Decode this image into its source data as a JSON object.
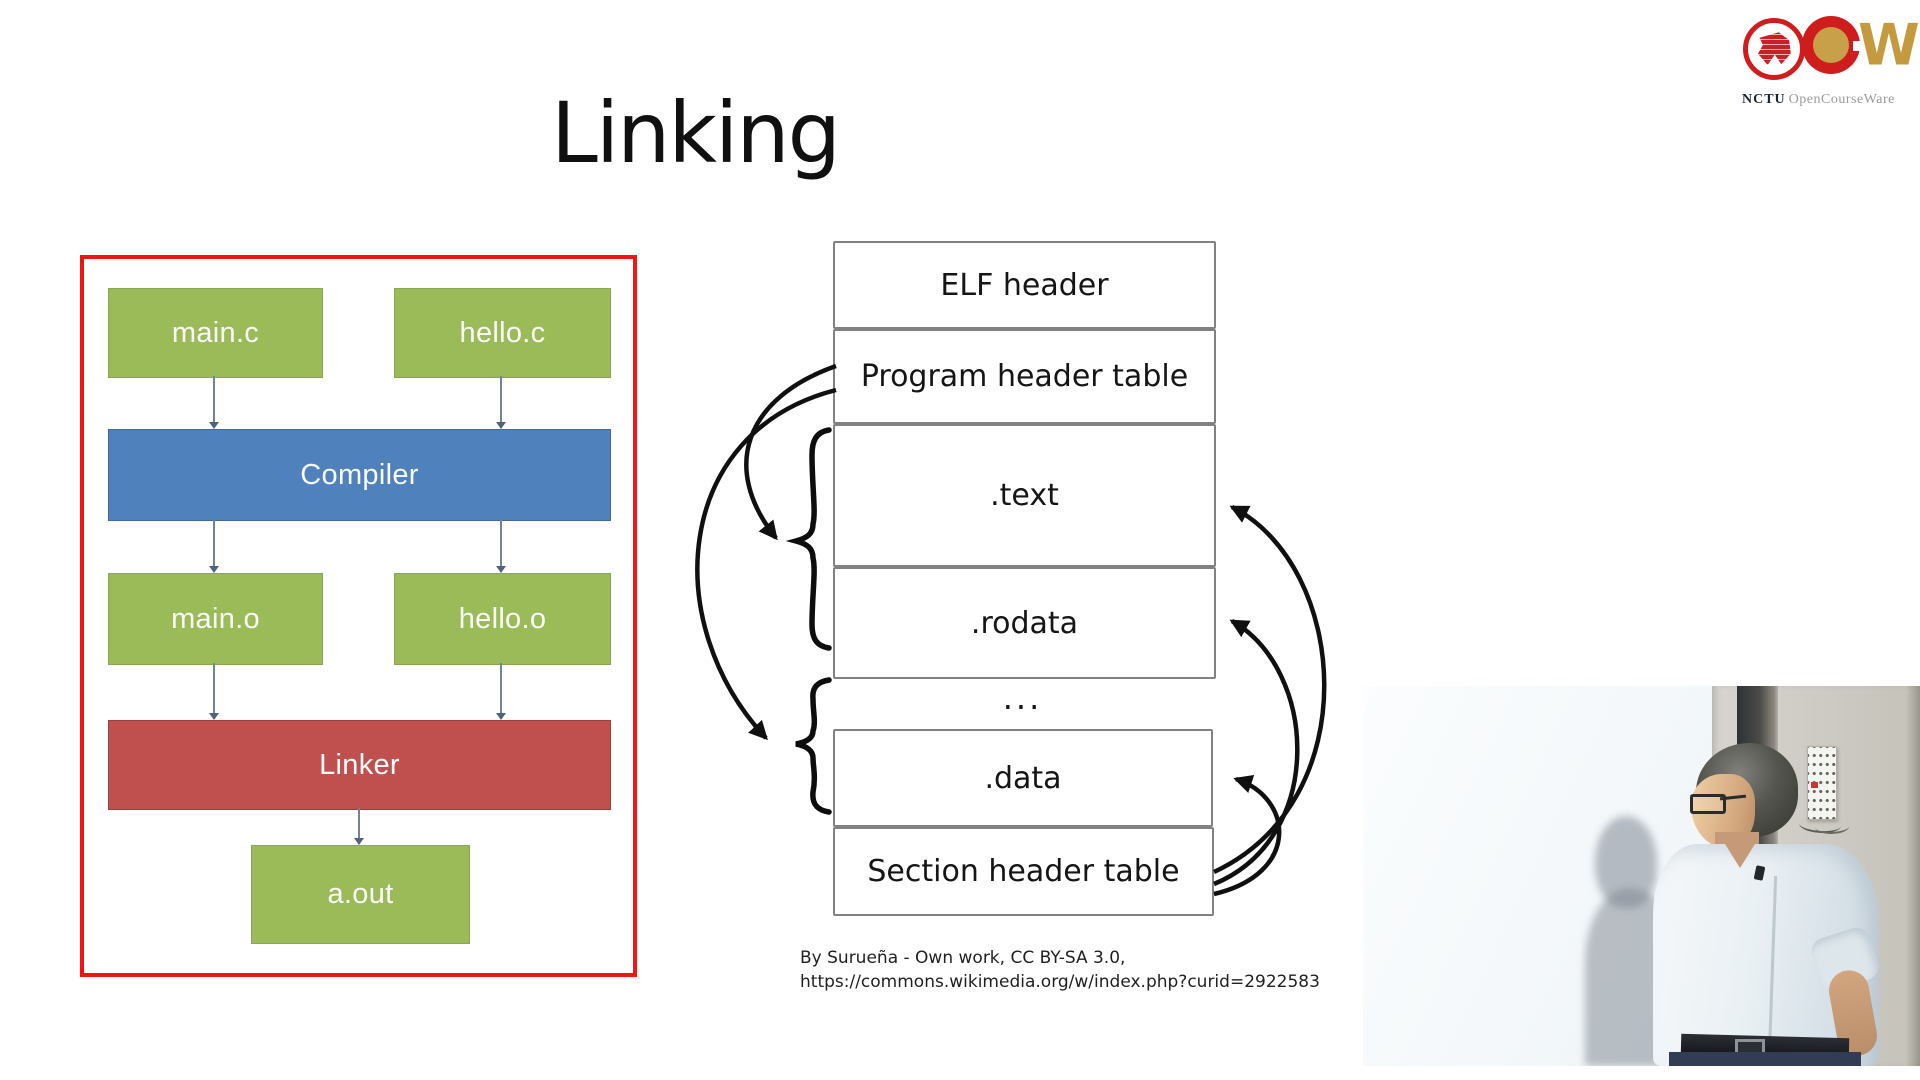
{
  "slide": {
    "title": "Linking"
  },
  "logo": {
    "nctu": "NCTU",
    "ocw": "OpenCourseWare",
    "w_mark": "W",
    "red": "#cf1d1d",
    "gold": "#c8a04a"
  },
  "pipeline": {
    "frame_color": "#f21414",
    "source_color": "#9bbb59",
    "compiler_color": "#4f81bd",
    "linker_color": "#c0504d",
    "boxes": {
      "main_c": "main.c",
      "hello_c": "hello.c",
      "compiler": "Compiler",
      "main_o": "main.o",
      "hello_o": "hello.o",
      "linker": "Linker",
      "a_out": "a.out"
    }
  },
  "elf": {
    "elf_header": "ELF header",
    "program_header_table": "Program header table",
    "text": ".text",
    "rodata": ".rodata",
    "ellipsis": "...",
    "data": ".data",
    "section_header_table": "Section header table",
    "attribution_line1": "By Surueña - Own work, CC BY-SA 3.0,",
    "attribution_line2": "https://commons.wikimedia.org/w/index.php?curid=2922583"
  }
}
